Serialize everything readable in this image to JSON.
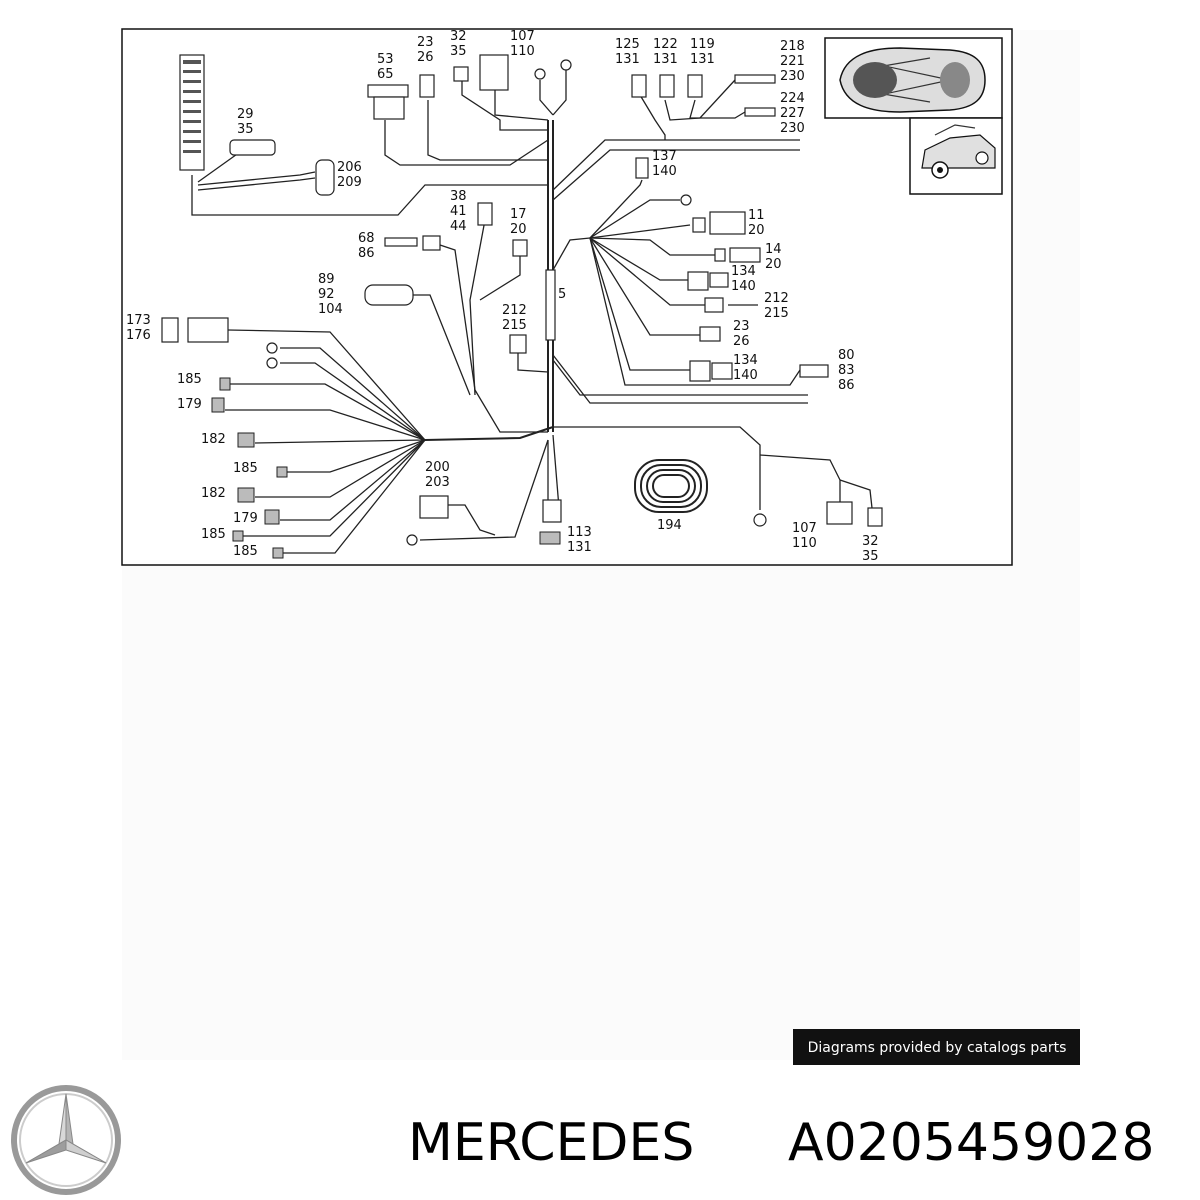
{
  "diagram": {
    "labels": [
      {
        "id": "l-29-35",
        "lines": [
          "29",
          "35"
        ]
      },
      {
        "id": "l-53-65",
        "lines": [
          "53",
          "65"
        ]
      },
      {
        "id": "l-23-26-top",
        "lines": [
          "23",
          "26"
        ]
      },
      {
        "id": "l-32-35-top",
        "lines": [
          "32",
          "35"
        ]
      },
      {
        "id": "l-107-110-top",
        "lines": [
          "107",
          "110"
        ]
      },
      {
        "id": "l-125-131",
        "lines": [
          "125",
          "131"
        ]
      },
      {
        "id": "l-122-131",
        "lines": [
          "122",
          "131"
        ]
      },
      {
        "id": "l-119-131",
        "lines": [
          "119",
          "131"
        ]
      },
      {
        "id": "l-218-221-230",
        "lines": [
          "218",
          "221",
          "230"
        ]
      },
      {
        "id": "l-224-227-230",
        "lines": [
          "224",
          "227",
          "230"
        ]
      },
      {
        "id": "l-206-209",
        "lines": [
          "206",
          "209"
        ]
      },
      {
        "id": "l-137-140",
        "lines": [
          "137",
          "140"
        ]
      },
      {
        "id": "l-38-41-44",
        "lines": [
          "38",
          "41",
          "44"
        ]
      },
      {
        "id": "l-17-20",
        "lines": [
          "17",
          "20"
        ]
      },
      {
        "id": "l-68-86",
        "lines": [
          "68",
          "86"
        ]
      },
      {
        "id": "l-11-20",
        "lines": [
          "11",
          "20"
        ]
      },
      {
        "id": "l-14-20",
        "lines": [
          "14",
          "20"
        ]
      },
      {
        "id": "l-134-140-a",
        "lines": [
          "134",
          "140"
        ]
      },
      {
        "id": "l-89-92-104",
        "lines": [
          "89",
          "92",
          "104"
        ]
      },
      {
        "id": "l-5",
        "lines": [
          "5"
        ]
      },
      {
        "id": "l-212-215-r",
        "lines": [
          "212",
          "215"
        ]
      },
      {
        "id": "l-212-215-c",
        "lines": [
          "212",
          "215"
        ]
      },
      {
        "id": "l-23-26-r",
        "lines": [
          "23",
          "26"
        ]
      },
      {
        "id": "l-173-176",
        "lines": [
          "173",
          "176"
        ]
      },
      {
        "id": "l-134-140-b",
        "lines": [
          "134",
          "140"
        ]
      },
      {
        "id": "l-80-83-86",
        "lines": [
          "80",
          "83",
          "86"
        ]
      },
      {
        "id": "l-185-a",
        "lines": [
          "185"
        ]
      },
      {
        "id": "l-179-a",
        "lines": [
          "179"
        ]
      },
      {
        "id": "l-182-a",
        "lines": [
          "182"
        ]
      },
      {
        "id": "l-185-b",
        "lines": [
          "185"
        ]
      },
      {
        "id": "l-200-203",
        "lines": [
          "200",
          "203"
        ]
      },
      {
        "id": "l-182-b",
        "lines": [
          "182"
        ]
      },
      {
        "id": "l-179-b",
        "lines": [
          "179"
        ]
      },
      {
        "id": "l-185-c",
        "lines": [
          "185"
        ]
      },
      {
        "id": "l-185-d",
        "lines": [
          "185"
        ]
      },
      {
        "id": "l-194",
        "lines": [
          "194"
        ]
      },
      {
        "id": "l-113-131",
        "lines": [
          "113",
          "131"
        ]
      },
      {
        "id": "l-107-110-bot",
        "lines": [
          "107",
          "110"
        ]
      },
      {
        "id": "l-32-35-bot",
        "lines": [
          "32",
          "35"
        ]
      }
    ]
  },
  "caption": "Diagrams provided by catalogs parts",
  "brand": {
    "name": "MERCEDES",
    "part_number": "A0205459028",
    "logo_icon": "mercedes-star-icon"
  },
  "colors": {
    "caption_bg": "#111111",
    "diagram_bg": "#fbfbfb",
    "line": "#222222"
  }
}
